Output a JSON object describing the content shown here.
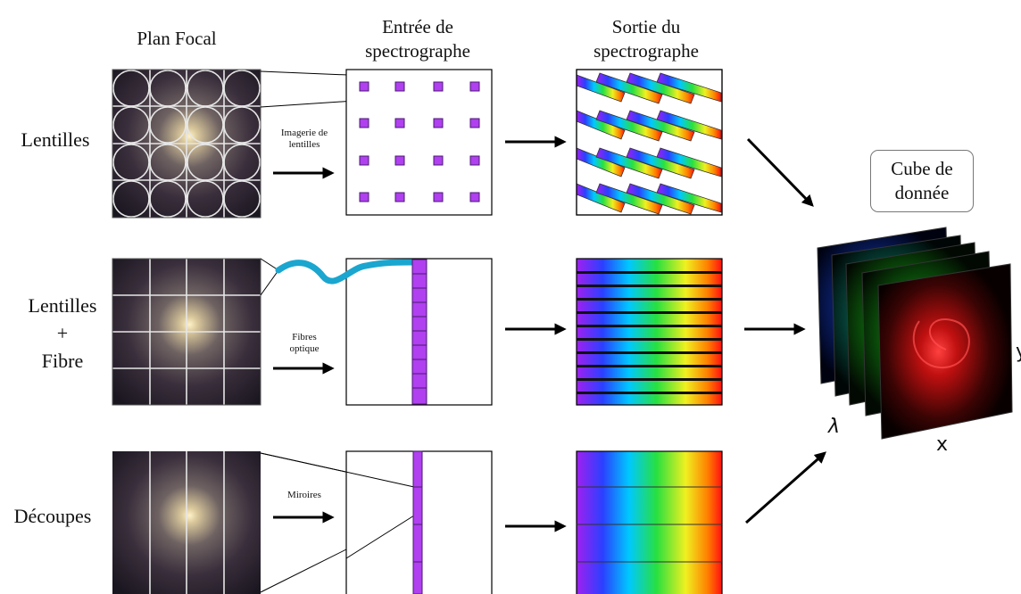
{
  "headers": {
    "focal_plane": "Plan Focal",
    "spectrograph_input": [
      "Entrée de",
      "spectrographe"
    ],
    "spectrograph_output": [
      "Sortie du",
      "spectrographe"
    ]
  },
  "rows": [
    {
      "label": [
        "Lentilles"
      ],
      "arrow_label": [
        "Imagerie de",
        "lentilles"
      ]
    },
    {
      "label": [
        "Lentilles",
        "+",
        "Fibre"
      ],
      "arrow_label": [
        "Fibres",
        "optique"
      ]
    },
    {
      "label": [
        "Découpes"
      ],
      "arrow_label": [
        "Miroires"
      ]
    }
  ],
  "data_cube": {
    "label": [
      "Cube de",
      "donnée"
    ],
    "axes": {
      "lambda": "λ",
      "x": "x",
      "y": "y"
    }
  },
  "colors": {
    "purple": "#b040f0",
    "fiber": "#1aa6cf",
    "cube_red": "#e01010",
    "cube_green": "#20c020",
    "cube_teal": "#10c0b0",
    "cube_blue": "#2050ff"
  }
}
